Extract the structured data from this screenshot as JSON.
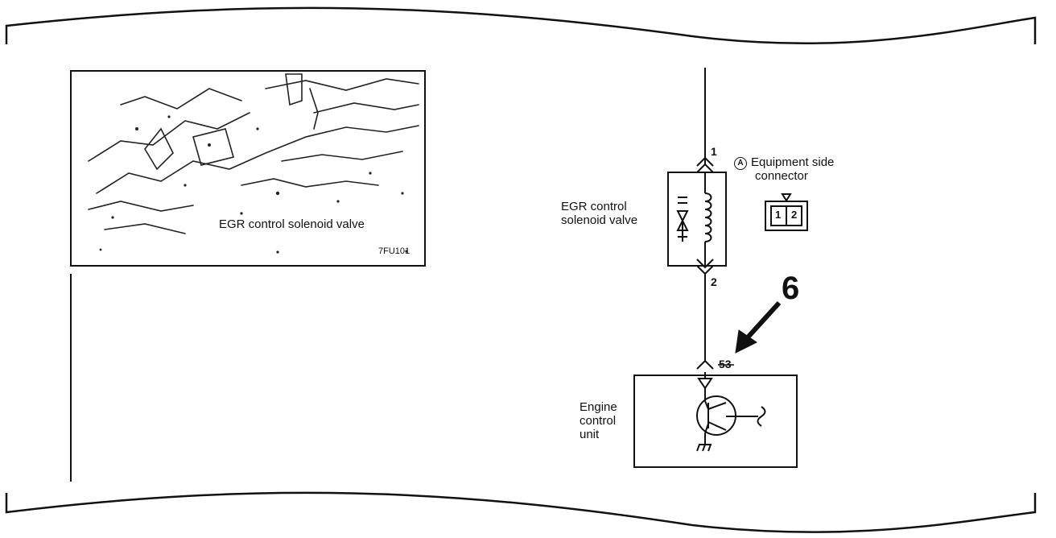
{
  "photo": {
    "caption": "EGR control solenoid valve",
    "figure_code": "7FU101"
  },
  "diagram": {
    "valve_label_line1": "EGR control",
    "valve_label_line2": "solenoid valve",
    "pin_top": "1",
    "pin_bottom": "2",
    "connector_letter": "A",
    "connector_label_line1": "Equipment side",
    "connector_label_line2": "connector",
    "connector_pins": [
      "1",
      "2"
    ],
    "callout_number": "6",
    "ecu_terminal": "53",
    "ecu_label_line1": "Engine",
    "ecu_label_line2": "control",
    "ecu_label_line3": "unit"
  }
}
